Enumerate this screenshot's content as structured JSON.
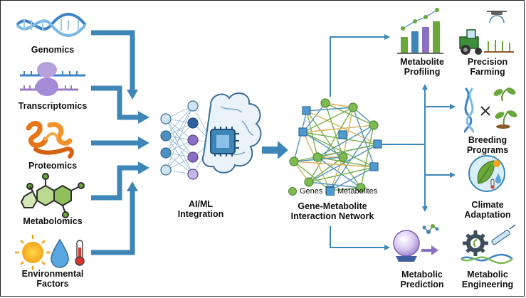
{
  "inputs": {
    "genomics": "Genomics",
    "transcriptomics": "Transcriptomics",
    "proteomics": "Proteomics",
    "metabolomics": "Metabolomics",
    "environmental_line1": "Environmental",
    "environmental_line2": "Factors"
  },
  "ai": {
    "line1": "AI/ML",
    "line2": "Integration"
  },
  "network": {
    "line1": "Gene-Metabolite",
    "line2": "Interaction Network",
    "legend_genes": "Genes",
    "legend_metabolites": "Metabolites"
  },
  "outputs": {
    "profiling_line1": "Metabolite",
    "profiling_line2": "Profiling",
    "precision_line1": "Precision",
    "precision_line2": "Farming",
    "breeding_line1": "Breeding",
    "breeding_line2": "Programs",
    "climate_line1": "Climate",
    "climate_line2": "Adaptation",
    "prediction_line1": "Metabolic",
    "prediction_line2": "Prediction",
    "engineering_line1": "Metabolic",
    "engineering_line2": "Engineering"
  },
  "colors": {
    "arrow": "#3f86b8",
    "gene": "#7dbb52",
    "metabolite": "#4f9bcf",
    "dna_blue": "#3c83c4",
    "protein_orange": "#e8751a",
    "rna_purple": "#9a7ac8",
    "molecule_green": "#6aa83a"
  },
  "icons": {
    "genomics": "dna-helix-icon",
    "transcriptomics": "rna-transcription-icon",
    "proteomics": "protein-structure-icon",
    "metabolomics": "molecule-icon",
    "environmental": "sun-water-thermometer-icon",
    "ai": "neural-network-brain-chip-icon",
    "profiling": "bar-chart-icon",
    "precision": "tractor-drone-icon",
    "breeding": "dna-plant-cross-icon",
    "climate": "leaf-climate-icon",
    "prediction": "crystal-ball-icon",
    "engineering": "gear-syringe-icon"
  }
}
